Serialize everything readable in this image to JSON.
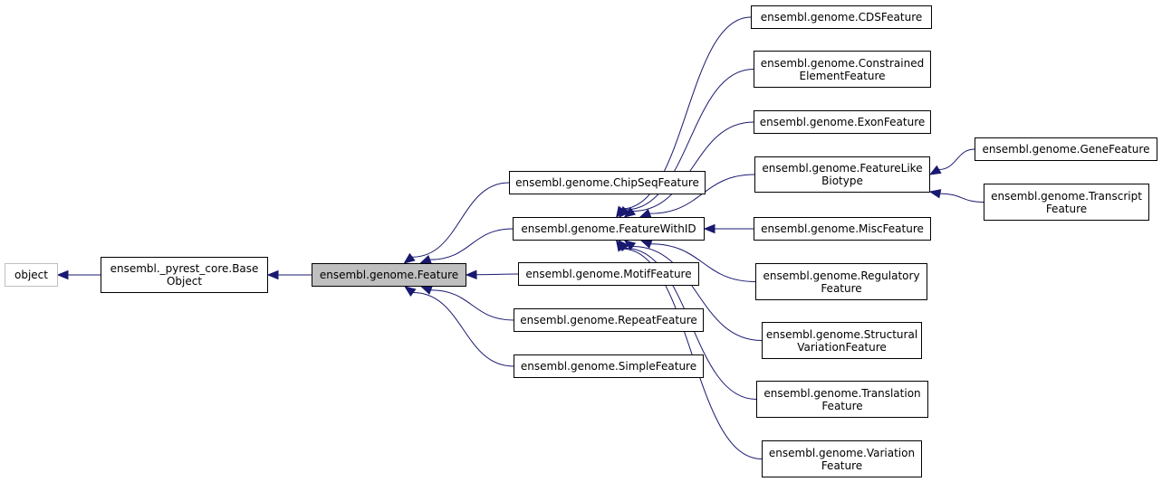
{
  "diagram": {
    "edge_color": "#191970",
    "node_border_color": "#000000",
    "external_border_color": "#bfbfbf",
    "current_fill_color": "#bfbfbf",
    "nodes": {
      "object": [
        "object"
      ],
      "base_object": [
        "ensembl._pyrest_core.Base",
        "Object"
      ],
      "feature": [
        "ensembl.genome.Feature"
      ],
      "chipseq": [
        "ensembl.genome.ChipSeqFeature"
      ],
      "featurewithid": [
        "ensembl.genome.FeatureWithID"
      ],
      "motif": [
        "ensembl.genome.MotifFeature"
      ],
      "repeat": [
        "ensembl.genome.RepeatFeature"
      ],
      "simple": [
        "ensembl.genome.SimpleFeature"
      ],
      "cds": [
        "ensembl.genome.CDSFeature"
      ],
      "constrained": [
        "ensembl.genome.Constrained",
        "ElementFeature"
      ],
      "exon": [
        "ensembl.genome.ExonFeature"
      ],
      "featurelikebiotype": [
        "ensembl.genome.FeatureLike",
        "Biotype"
      ],
      "misc": [
        "ensembl.genome.MiscFeature"
      ],
      "regulatory": [
        "ensembl.genome.Regulatory",
        "Feature"
      ],
      "structural": [
        "ensembl.genome.Structural",
        "VariationFeature"
      ],
      "translation": [
        "ensembl.genome.Translation",
        "Feature"
      ],
      "variation": [
        "ensembl.genome.Variation",
        "Feature"
      ],
      "gene": [
        "ensembl.genome.GeneFeature"
      ],
      "transcript": [
        "ensembl.genome.Transcript",
        "Feature"
      ]
    },
    "edges": [
      [
        "base_object",
        "object"
      ],
      [
        "feature",
        "base_object"
      ],
      [
        "chipseq",
        "feature"
      ],
      [
        "featurewithid",
        "feature"
      ],
      [
        "motif",
        "feature"
      ],
      [
        "repeat",
        "feature"
      ],
      [
        "simple",
        "feature"
      ],
      [
        "cds",
        "featurewithid"
      ],
      [
        "constrained",
        "featurewithid"
      ],
      [
        "exon",
        "featurewithid"
      ],
      [
        "featurelikebiotype",
        "featurewithid"
      ],
      [
        "misc",
        "featurewithid"
      ],
      [
        "regulatory",
        "featurewithid"
      ],
      [
        "structural",
        "featurewithid"
      ],
      [
        "translation",
        "featurewithid"
      ],
      [
        "variation",
        "featurewithid"
      ],
      [
        "gene",
        "featurelikebiotype"
      ],
      [
        "transcript",
        "featurelikebiotype"
      ]
    ]
  }
}
